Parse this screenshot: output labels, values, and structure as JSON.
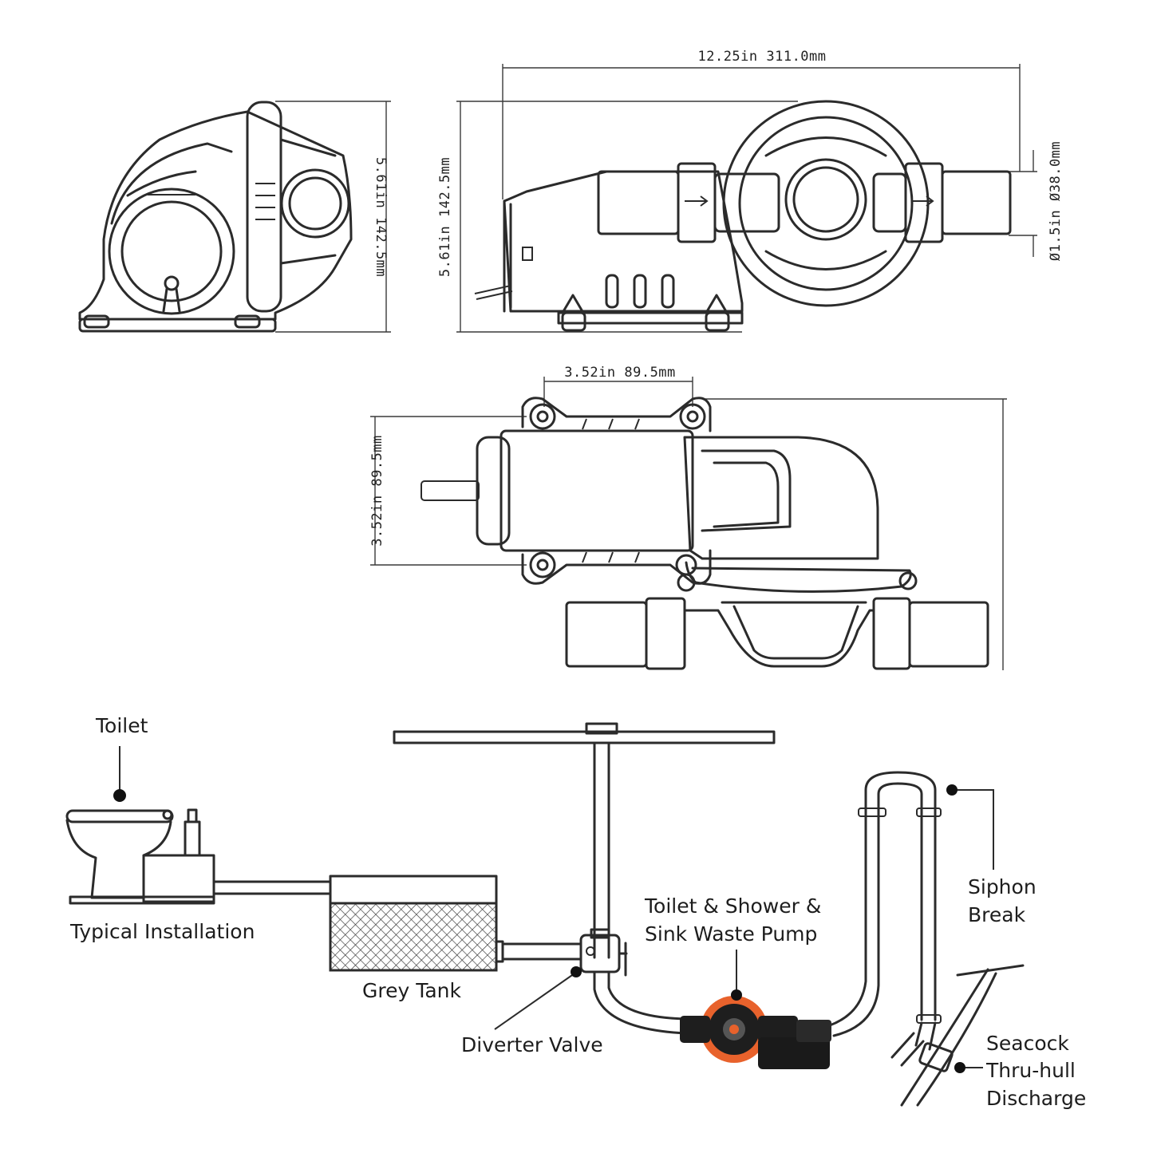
{
  "dimensions": {
    "overall_length": "12.25in 311.0mm",
    "height_side": "5.61in 142.5mm",
    "height_front": "5.61in 142.5mm",
    "port_diameter": "Ø1.5in Ø38.0mm",
    "mount_width": "3.52in 89.5mm",
    "mount_depth": "3.52in 89.5mm"
  },
  "installation": {
    "toilet": "Toilet",
    "typical_installation": "Typical Installation",
    "grey_tank": "Grey Tank",
    "diverter_valve": "Diverter Valve",
    "pump_line1": "Toilet & Shower &",
    "pump_line2": "Sink Waste Pump",
    "siphon_line1": "Siphon",
    "siphon_line2": "Break",
    "seacock_line1": "Seacock",
    "seacock_line2": "Thru-hull",
    "seacock_line3": "Discharge"
  },
  "colors": {
    "line": "#2b2b2b",
    "pump_accent": "#e8622c",
    "pump_body": "#1e1e1e"
  }
}
